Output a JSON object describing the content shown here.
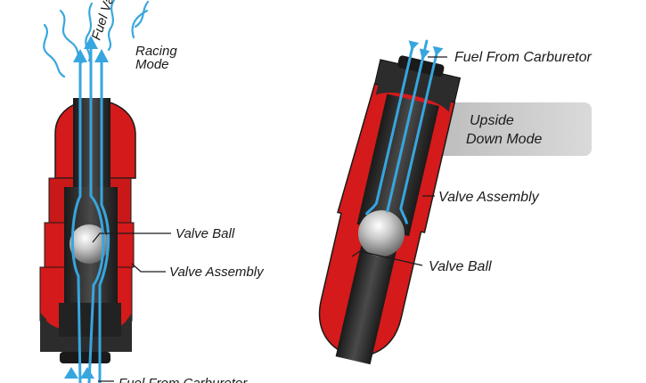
{
  "diagram": {
    "colors": {
      "body_red": "#d41a1a",
      "body_dark": "#2a2a2a",
      "fuel_blue": "#36a6df",
      "mode_badge_bg": "#d2d2d2",
      "text": "#1a1a1a"
    },
    "left_valve": {
      "mode_label_line1": "Racing",
      "mode_label_line2": "Mode",
      "vapor_label": "Fuel Vapor",
      "callouts": {
        "valve_ball": "Valve Ball",
        "valve_assembly": "Valve Assembly",
        "fuel_from_carburetor": "Fuel From Carburetor"
      }
    },
    "right_valve": {
      "mode_badge_line1": "Upside",
      "mode_badge_line2": "Down Mode",
      "callouts": {
        "fuel_from_carburetor": "Fuel From Carburetor",
        "valve_assembly": "Valve Assembly",
        "valve_ball": "Valve Ball"
      }
    }
  }
}
